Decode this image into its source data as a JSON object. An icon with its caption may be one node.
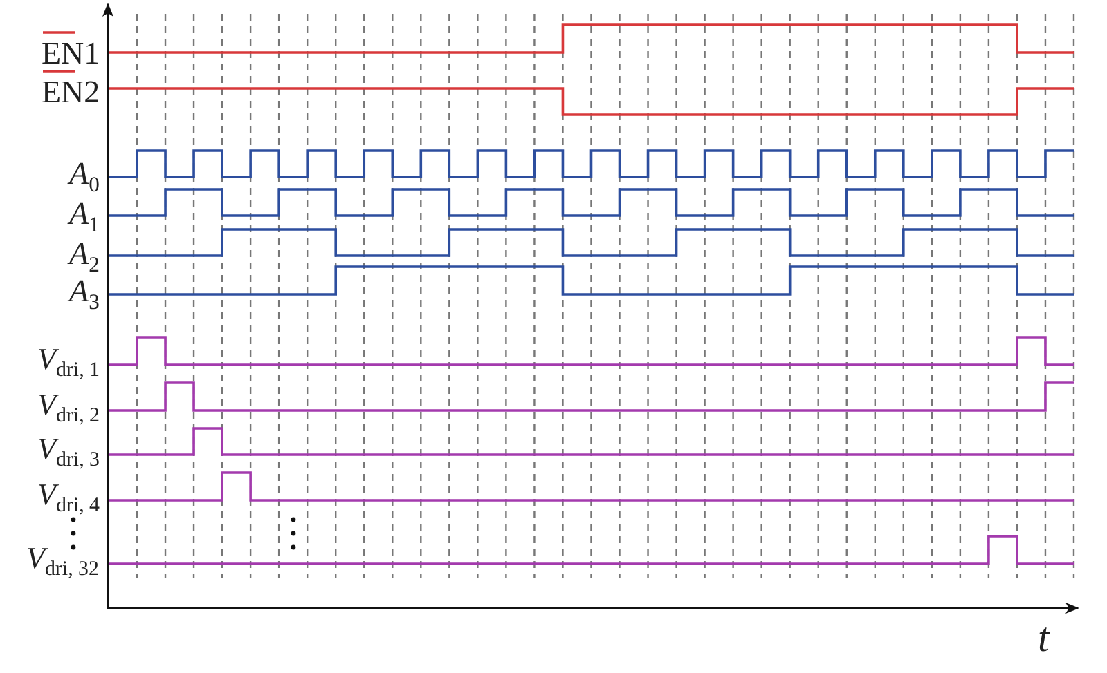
{
  "diagram": {
    "labels": [
      "EN1",
      "EN2",
      "*A*$_{0}$",
      "*A*$_{1}$",
      "*A*$_{2}$",
      "*A*$_{3}$",
      "*V*$_{dri, 1}$",
      "*V*$_{dri, 2}$",
      "*V*$_{dri, 3}$",
      "*V*$_{dri, 4}$",
      "*V*$_{dri, 32}$",
      "t"
    ]
  }
}
